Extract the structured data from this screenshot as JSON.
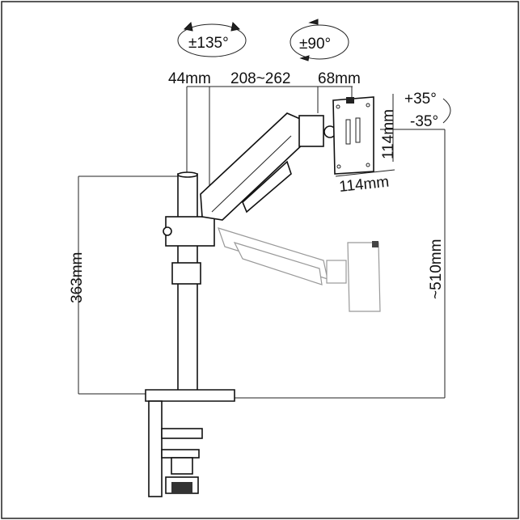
{
  "title": "Monitor arm dimension diagram",
  "rotation": {
    "swivel_arm": "±135°",
    "swivel_head": "±90°"
  },
  "dimensions": {
    "pole_diameter": "44mm",
    "arm_reach": "208~262",
    "head_depth": "68mm",
    "vesa_height": "114mm",
    "vesa_width": "114mm",
    "pole_height": "363mm",
    "max_height": "~510mm"
  },
  "tilt": {
    "up": "+35°",
    "down": "-35°"
  }
}
